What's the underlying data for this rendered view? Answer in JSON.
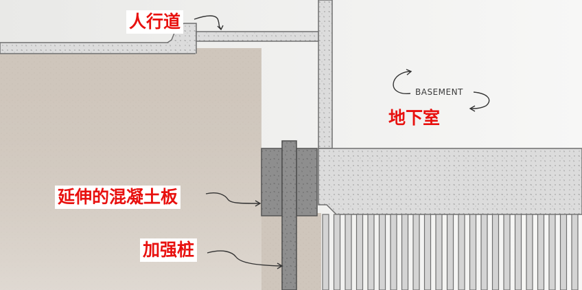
{
  "labels": {
    "sidewalk": "人行道",
    "basement_en": "BASEMENT",
    "basement_zh": "地下室",
    "extended_slab": "延伸的混凝土板",
    "reinforcing_pile": "加强桩"
  },
  "colors": {
    "label_red": "#e8110f",
    "label_bg": "#ffffff",
    "soil": "#cfc6bc",
    "concrete": "#dcdcdc",
    "outline": "#6e6e6e",
    "dark_block": "#8a8a8a",
    "pile": "#7c7c7c",
    "background": "#f3f3f2"
  }
}
